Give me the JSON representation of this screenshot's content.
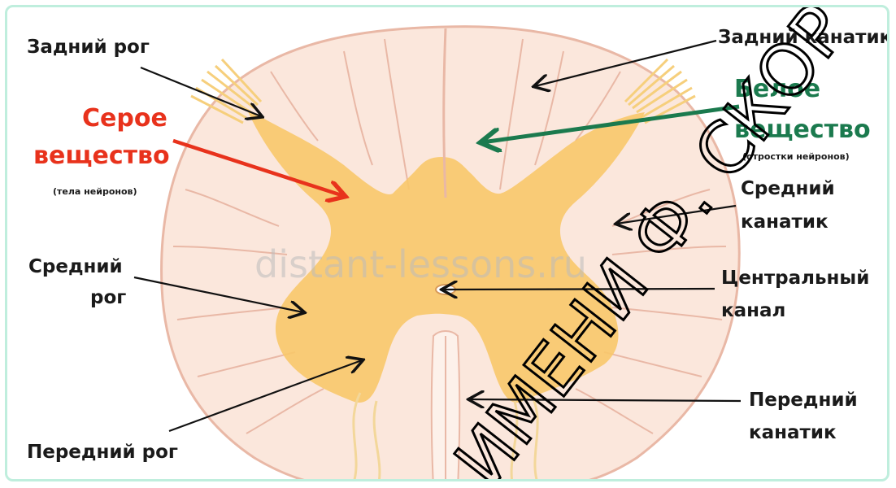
{
  "labels": {
    "posterior_horn": "Задний рог",
    "gray_matter_l1": "Серое",
    "gray_matter_l2": "вещество",
    "gray_matter_note": "(тела нейронов)",
    "middle_horn_l1": "Средний",
    "middle_horn_l2": "рог",
    "anterior_horn": "Передний рог",
    "posterior_funiculus": "Задний канатик",
    "white_matter_l1": "Белое",
    "white_matter_l2": "вещество",
    "white_matter_note": "(отростки нейронов)",
    "middle_funiculus_l1": "Средний",
    "middle_funiculus_l2": "канатик",
    "central_canal_l1": "Центральный",
    "central_canal_l2": "канал",
    "anterior_funiculus_l1": "Передний",
    "anterior_funiculus_l2": "канатик"
  },
  "watermark": "distant-lessons.ru",
  "stamp_text": "ИМЕНИ Ф. СКОР",
  "colors": {
    "white_matter": "#fbe7dc",
    "gray_matter": "#f8c86a",
    "outline": "#e9b8a6",
    "gray_matter_arrow": "#e8321c",
    "white_matter_arrow": "#1b7a4e",
    "frame": "#bfeedd"
  }
}
